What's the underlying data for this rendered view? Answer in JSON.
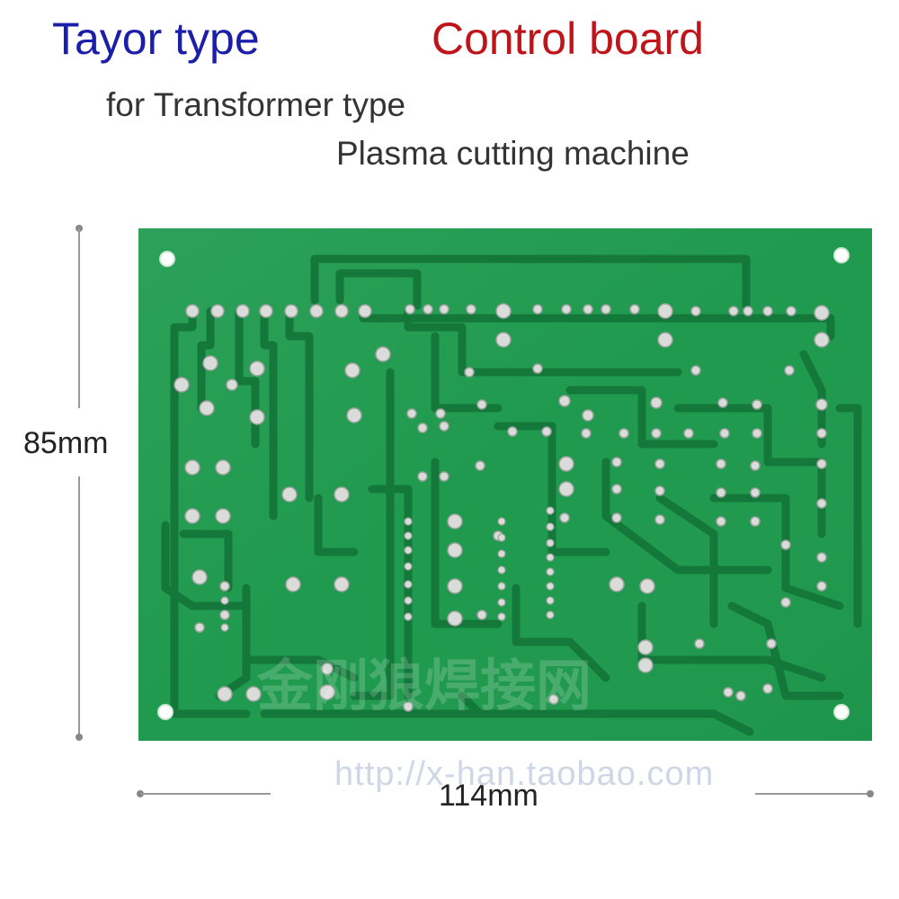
{
  "title": {
    "left": "Tayor type",
    "right": "Control board",
    "left_color": "#1b1fa8",
    "right_color": "#c0141b"
  },
  "subtitle": {
    "line1": "for Transformer type",
    "line2": "Plasma cutting machine"
  },
  "dimensions": {
    "height_label": "85mm",
    "width_label": "114mm"
  },
  "board": {
    "color": "#1f9a4e",
    "trace_color": "#14783a"
  },
  "watermark": {
    "url": "http://x-han.taobao.com",
    "chinese": "金刚狼焊接网"
  }
}
